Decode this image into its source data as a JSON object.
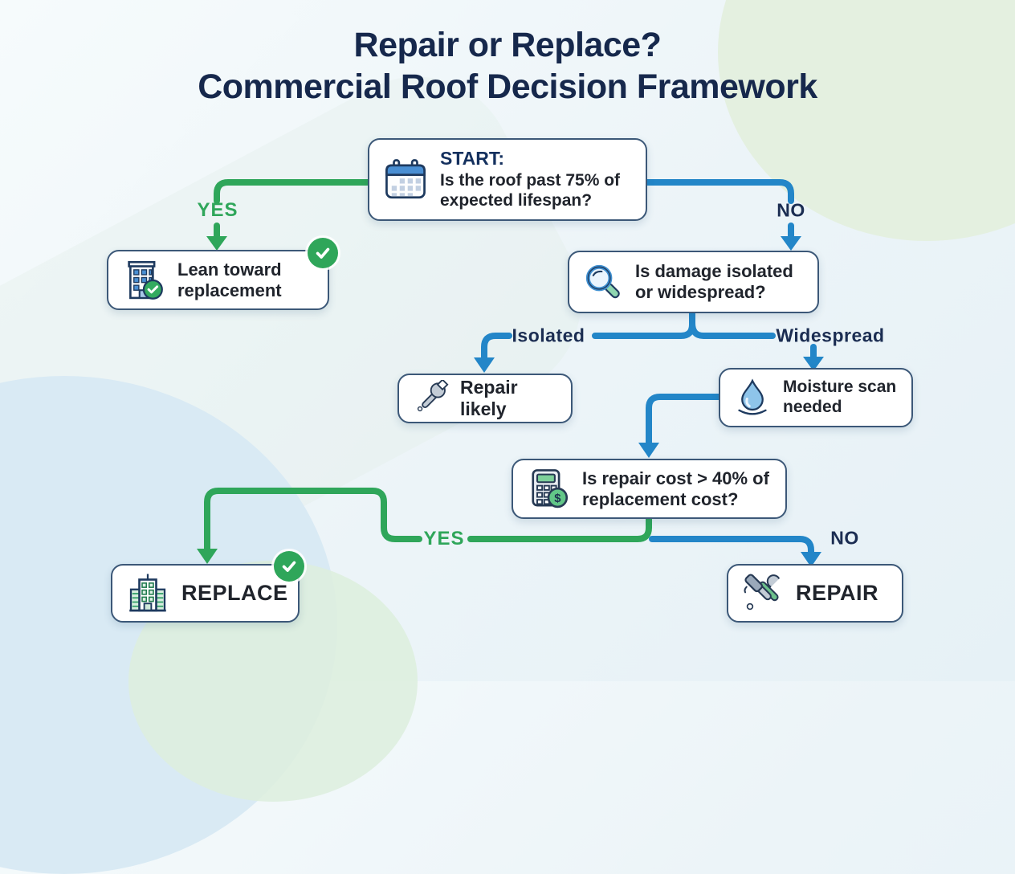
{
  "title": {
    "line1": "Repair or Replace?",
    "line2": "Commercial Roof Decision Framework"
  },
  "colors": {
    "green": "#2fa65a",
    "blue": "#2386c8",
    "navy": "#16284c"
  },
  "nodes": {
    "start": {
      "heading": "START:",
      "question": "Is the roof past 75% of expected lifespan?",
      "icon": "calendar-icon"
    },
    "lean_replacement": {
      "label": "Lean toward replacement",
      "icon": "building-check-icon"
    },
    "damage": {
      "question": "Is damage isolated or widespread?",
      "icon": "magnifier-icon"
    },
    "repair_likely": {
      "label": "Repair likely",
      "icon": "wrench-icon"
    },
    "moisture": {
      "label": "Moisture scan needed",
      "icon": "droplet-icon"
    },
    "cost": {
      "question": "Is repair cost > 40% of replacement cost?",
      "icon": "calculator-icon"
    },
    "replace": {
      "label": "REPLACE",
      "icon": "building-green-icon"
    },
    "repair": {
      "label": "REPAIR",
      "icon": "hammer-wrench-icon"
    }
  },
  "edges": {
    "yes_top": "YES",
    "no_top": "NO",
    "isolated": "Isolated",
    "widespread": "Widespread",
    "yes_bottom": "YES",
    "no_bottom": "NO"
  }
}
